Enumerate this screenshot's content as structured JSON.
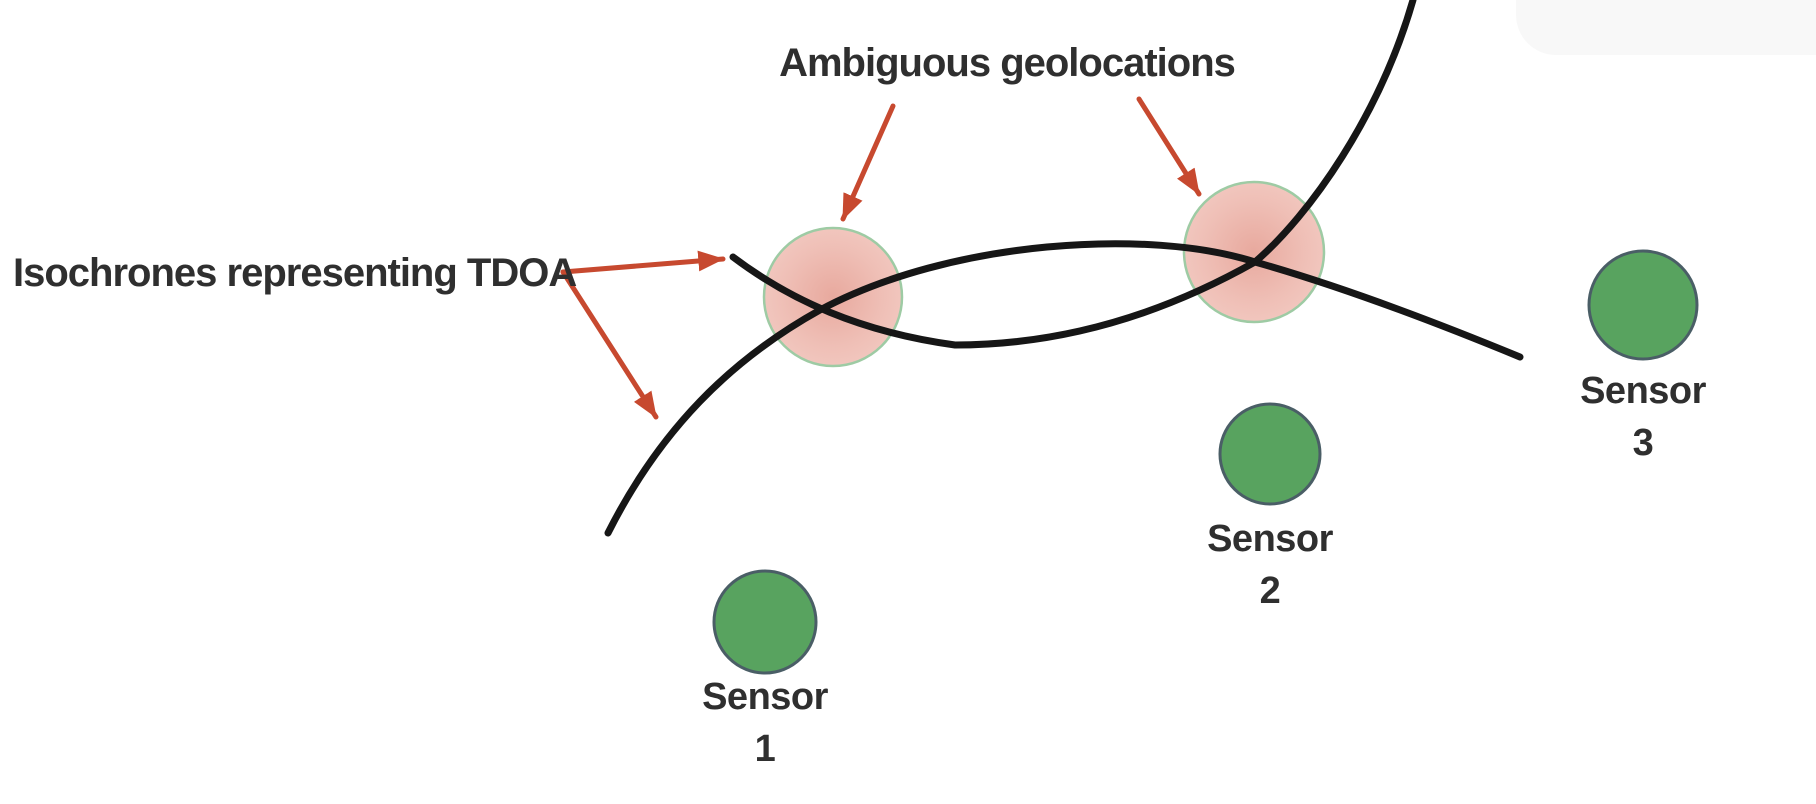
{
  "colors": {
    "background": "#ffffff",
    "isochrone": "#161616",
    "arrow": "#c7492f",
    "sensor_fill": "#58a35f",
    "sensor_border": "#4a5e66",
    "ambiguous_center": "#e8a99e",
    "ambiguous_mid": "#efbfb6",
    "ambiguous_edge": "#f3cbc3",
    "ambiguous_border": "#9ecba4",
    "text": "#2f2f2f"
  },
  "annotations": {
    "ambiguous": {
      "label": "Ambiguous geolocations"
    },
    "isochrones": {
      "label": "Isochrones representing TDOA"
    }
  },
  "sensors": [
    {
      "name": "Sensor",
      "number": "1"
    },
    {
      "name": "Sensor",
      "number": "2"
    },
    {
      "name": "Sensor",
      "number": "3"
    }
  ]
}
